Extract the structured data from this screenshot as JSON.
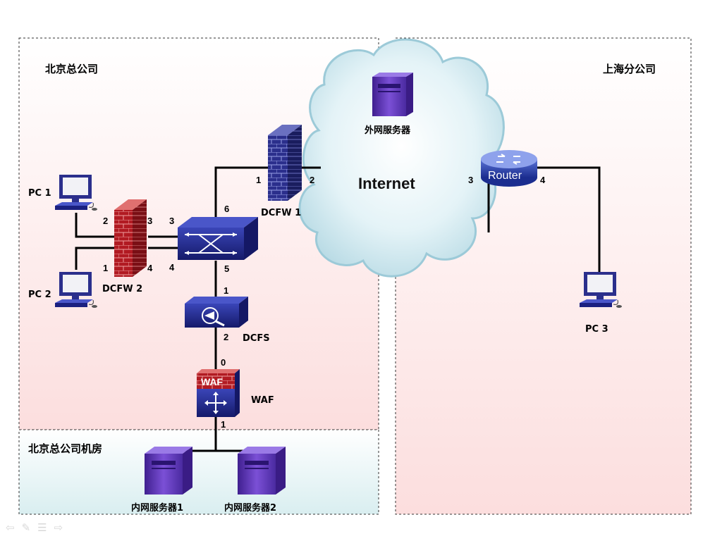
{
  "regions": {
    "beijing": "北京总公司",
    "shanghai": "上海分公司",
    "datacenter": "北京总公司机房"
  },
  "cloud": {
    "title": "Internet",
    "server_label": "外网服务器"
  },
  "devices": {
    "pc1": "PC 1",
    "pc2": "PC 2",
    "pc3": "PC 3",
    "dcfw1": "DCFW 1",
    "dcfw2": "DCFW 2",
    "dcfs": "DCFS",
    "waf": "WAF",
    "waf_badge": "WAF",
    "router": "Router",
    "server1": "内网服务器1",
    "server2": "内网服务器2"
  },
  "ports": {
    "dcfw2_p2": "2",
    "dcfw2_p3": "3",
    "dcfw2_p1": "1",
    "dcfw2_p4": "4",
    "switch_p3": "3",
    "switch_p4": "4",
    "switch_p6": "6",
    "switch_p5": "5",
    "dcfw1_p1": "1",
    "dcfw1_p2": "2",
    "dcfs_p1": "1",
    "dcfs_p2": "2",
    "waf_p0": "0",
    "waf_p1": "1",
    "router_p3": "3",
    "router_p4": "4"
  },
  "colors": {
    "firewall_blue": "#2b2f8c",
    "firewall_red": "#b11a22",
    "switch_blue": "#222a8a",
    "cloud_fill": "#dff1f6",
    "server_purple": "#6a3fc0",
    "region_pink": "#fde3e3",
    "datacenter_cyan": "#dff1f3"
  },
  "footer_icons": [
    "arrow-left-icon",
    "pen-icon",
    "menu-icon",
    "arrow-right-icon"
  ]
}
